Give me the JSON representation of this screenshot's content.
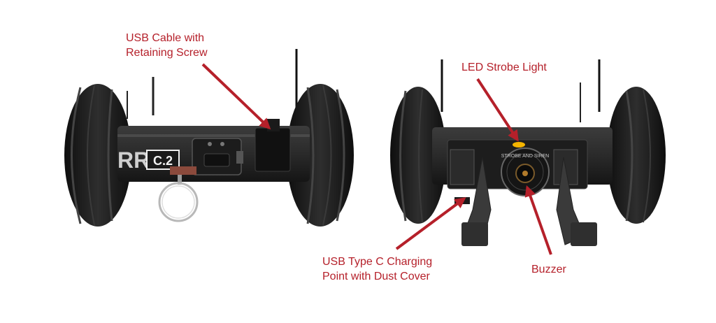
{
  "robot_left": {
    "logo_text": "RR",
    "model_badge": "C.2"
  },
  "robot_right": {
    "buzzer_ring_text": "STROBE AND SIREN"
  },
  "callouts": {
    "usb_cable": {
      "line1": "USB Cable with",
      "line2": "Retaining Screw"
    },
    "led_strobe": {
      "line1": "LED Strobe Light"
    },
    "usb_type_c": {
      "line1": "USB Type C Charging",
      "line2": "Point with Dust Cover"
    },
    "buzzer": {
      "line1": "Buzzer"
    }
  },
  "colors": {
    "callout": "#b5202a",
    "robot_body": "#2a2a2a",
    "wheel": "#1a1a1a",
    "led": "#f4b400",
    "tab": "#8b4a3c"
  }
}
